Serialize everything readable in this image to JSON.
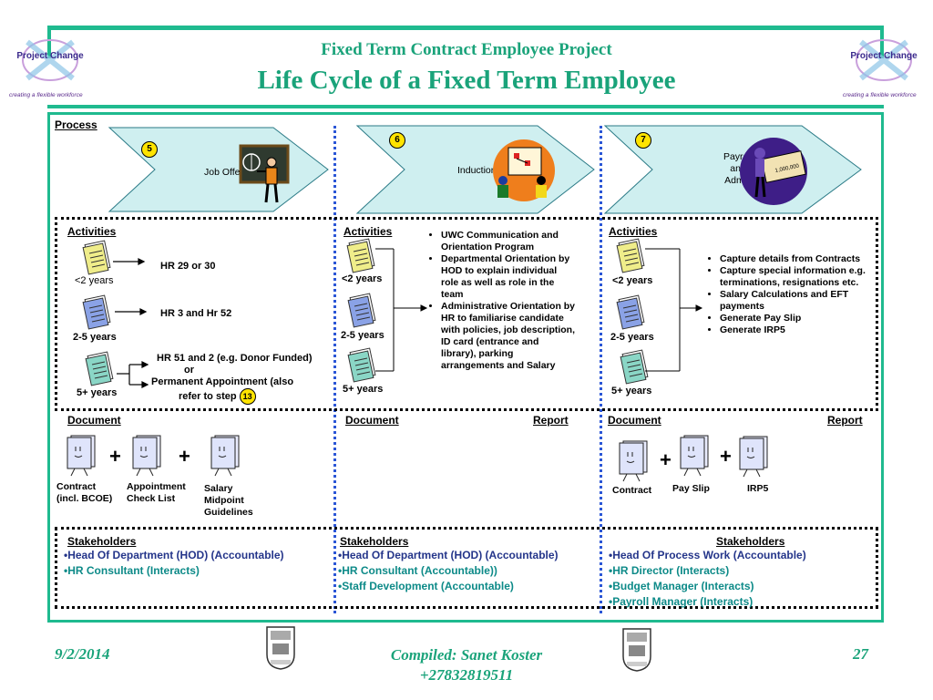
{
  "header": {
    "subtitle": "Fixed Term Contract Employee Project",
    "title": "Life Cycle of a Fixed Term Employee",
    "logo_left": "Project Change",
    "logo_tagline": "creating a flexible workforce",
    "logo_right": "Project Change"
  },
  "process": {
    "label": "Process",
    "steps": [
      {
        "number": "5",
        "label": "Job Offer"
      },
      {
        "number": "6",
        "label": "Induction"
      },
      {
        "number": "7",
        "label": "Payroll and Admin",
        "label_line1": "Payroll",
        "label_line2": "and",
        "label_line3": "Admin"
      }
    ]
  },
  "activities": {
    "header": "Activities",
    "col1": {
      "rows": [
        {
          "years": "<2 years",
          "action": "HR 29 or 30"
        },
        {
          "years": "2-5 years",
          "action": "HR 3 and Hr 52"
        },
        {
          "years": "5+ years",
          "action_line1": "HR 51 and 2 (e.g. Donor Funded)",
          "action_or": "or",
          "action_line2": "Permanent Appointment (also",
          "action_line3": "refer to step",
          "step_ref": "13"
        }
      ]
    },
    "col2": {
      "years": [
        "<2 years",
        "2-5 years",
        "5+ years"
      ],
      "bullets": [
        "UWC Communication and Orientation Program",
        "Departmental Orientation by HOD to explain individual role as well as role in the team",
        "Administrative Orientation by HR to familiarise candidate with policies, job description, ID card (entrance and library), parking arrangements and Salary"
      ]
    },
    "col3": {
      "years": [
        "<2 years",
        "2-5 years",
        "5+ years"
      ],
      "bullets": [
        "Capture details from Contracts",
        "Capture special information e.g. terminations, resignations etc.",
        "Salary Calculations and EFT payments",
        "Generate Pay Slip",
        "Generate IRP5"
      ]
    }
  },
  "documents": {
    "header": "Document",
    "report": "Report",
    "col1": [
      "Contract (incl. BCOE)",
      "Appointment Check List",
      "Salary Midpoint Guidelines"
    ],
    "col1_lines": {
      "d1a": "Contract",
      "d1b": "(incl. BCOE)",
      "d2a": "Appointment",
      "d2b": "Check List",
      "d3a": "Salary",
      "d3b": "Midpoint",
      "d3c": "Guidelines"
    },
    "col3": [
      "Contract",
      "Pay Slip",
      "IRP5"
    ],
    "plus": "+"
  },
  "stakeholders": {
    "header": "Stakeholders",
    "col1": [
      "•Head Of Department (HOD) (Accountable)",
      "•HR Consultant (Interacts)"
    ],
    "col2": [
      "•Head Of Department (HOD) (Accountable)",
      "•HR Consultant (Accountable))",
      "•Staff Development (Accountable)"
    ],
    "col3": [
      "•Head Of Process Work (Accountable)",
      "•HR Director (Interacts)",
      "•Budget Manager (Interacts)",
      "•Payroll Manager (Interacts)"
    ]
  },
  "footer": {
    "date": "9/2/2014",
    "compiled": "Compiled: Sanet Koster",
    "phone": "+27832819511",
    "page": "27"
  },
  "colors": {
    "accent": "#1fba8f",
    "title": "#1aa37a",
    "stakeholder_blue": "#24358a",
    "stakeholder_teal": "#0d8a88",
    "step_badge": "#ffe400",
    "arrow_fill": "#cfeff0"
  }
}
